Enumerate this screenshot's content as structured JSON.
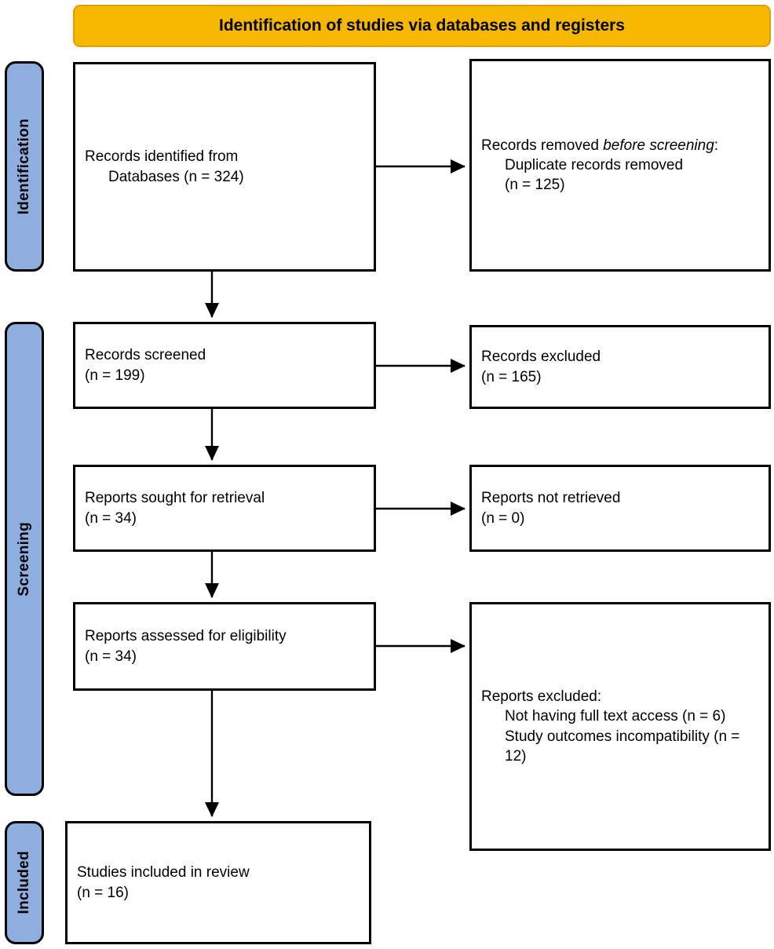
{
  "header": {
    "title": "Identification of studies via databases and registers",
    "banner_color": "#F6B700"
  },
  "stages": [
    {
      "id": "identification",
      "label": "Identification",
      "color": "#8FAEE0"
    },
    {
      "id": "screening",
      "label": "Screening",
      "color": "#8FAEE0"
    },
    {
      "id": "included",
      "label": "Included",
      "color": "#8FAEE0"
    }
  ],
  "boxes": {
    "identified": {
      "line1": "Records identified from",
      "line2": "Databases (n = 324)"
    },
    "removed": {
      "line1_prefix": "Records removed ",
      "line1_italic": "before screening",
      "line1_suffix": ":",
      "line2": "Duplicate records removed",
      "line3": "(n = 125)"
    },
    "screened": {
      "line1": "Records screened",
      "line2": "(n = 199)"
    },
    "excluded_records": {
      "line1": "Records excluded",
      "line2": "(n = 165)"
    },
    "sought": {
      "line1": "Reports sought for retrieval",
      "line2": "(n = 34)"
    },
    "not_retrieved": {
      "line1": "Reports not retrieved",
      "line2": "(n = 0)"
    },
    "assessed": {
      "line1": "Reports assessed for eligibility",
      "line2": "(n = 34)"
    },
    "excluded_reports": {
      "line1": "Reports excluded:",
      "line2": "Not having full text access (n = 6)",
      "line3": "Study outcomes incompatibility (n = 12)"
    },
    "included": {
      "line1": "Studies included in review",
      "line2": "(n = 16)"
    }
  },
  "chart_data": {
    "type": "diagram",
    "title": "Identification of studies via databases and registers",
    "flow": [
      {
        "stage": "Identification",
        "node": "Records identified from Databases",
        "n": 324
      },
      {
        "stage": "Identification",
        "node": "Duplicate records removed (before screening)",
        "n": 125
      },
      {
        "stage": "Screening",
        "node": "Records screened",
        "n": 199
      },
      {
        "stage": "Screening",
        "node": "Records excluded",
        "n": 165
      },
      {
        "stage": "Screening",
        "node": "Reports sought for retrieval",
        "n": 34
      },
      {
        "stage": "Screening",
        "node": "Reports not retrieved",
        "n": 0
      },
      {
        "stage": "Screening",
        "node": "Reports assessed for eligibility",
        "n": 34
      },
      {
        "stage": "Screening",
        "node": "Reports excluded: Not having full text access",
        "n": 6
      },
      {
        "stage": "Screening",
        "node": "Reports excluded: Study outcomes incompatibility",
        "n": 12
      },
      {
        "stage": "Included",
        "node": "Studies included in review",
        "n": 16
      }
    ]
  }
}
